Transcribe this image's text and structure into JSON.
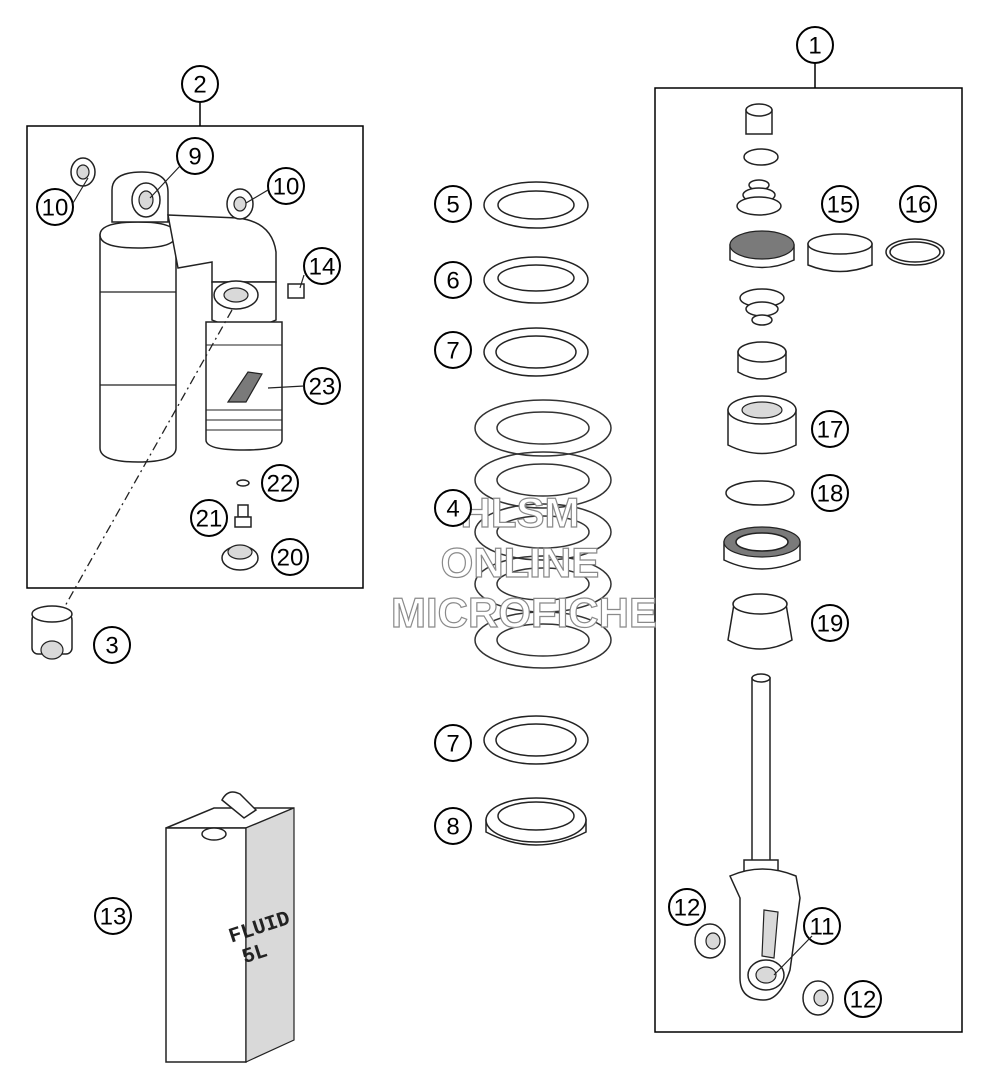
{
  "diagram": {
    "callouts": [
      {
        "label": "1"
      },
      {
        "label": "2"
      },
      {
        "label": "9"
      },
      {
        "label": "10"
      },
      {
        "label": "10"
      },
      {
        "label": "14"
      },
      {
        "label": "23"
      },
      {
        "label": "22"
      },
      {
        "label": "21"
      },
      {
        "label": "20"
      },
      {
        "label": "3"
      },
      {
        "label": "5"
      },
      {
        "label": "6"
      },
      {
        "label": "7"
      },
      {
        "label": "4"
      },
      {
        "label": "7"
      },
      {
        "label": "8"
      },
      {
        "label": "13"
      },
      {
        "label": "15"
      },
      {
        "label": "16"
      },
      {
        "label": "17"
      },
      {
        "label": "18"
      },
      {
        "label": "19"
      },
      {
        "label": "12"
      },
      {
        "label": "11"
      },
      {
        "label": "12"
      }
    ],
    "can_label": {
      "line1": "FLUID",
      "line2": "5L"
    },
    "watermark": {
      "line1": "HLSM",
      "line2": "ONLINE",
      "line3": "MICROFICHE"
    }
  }
}
